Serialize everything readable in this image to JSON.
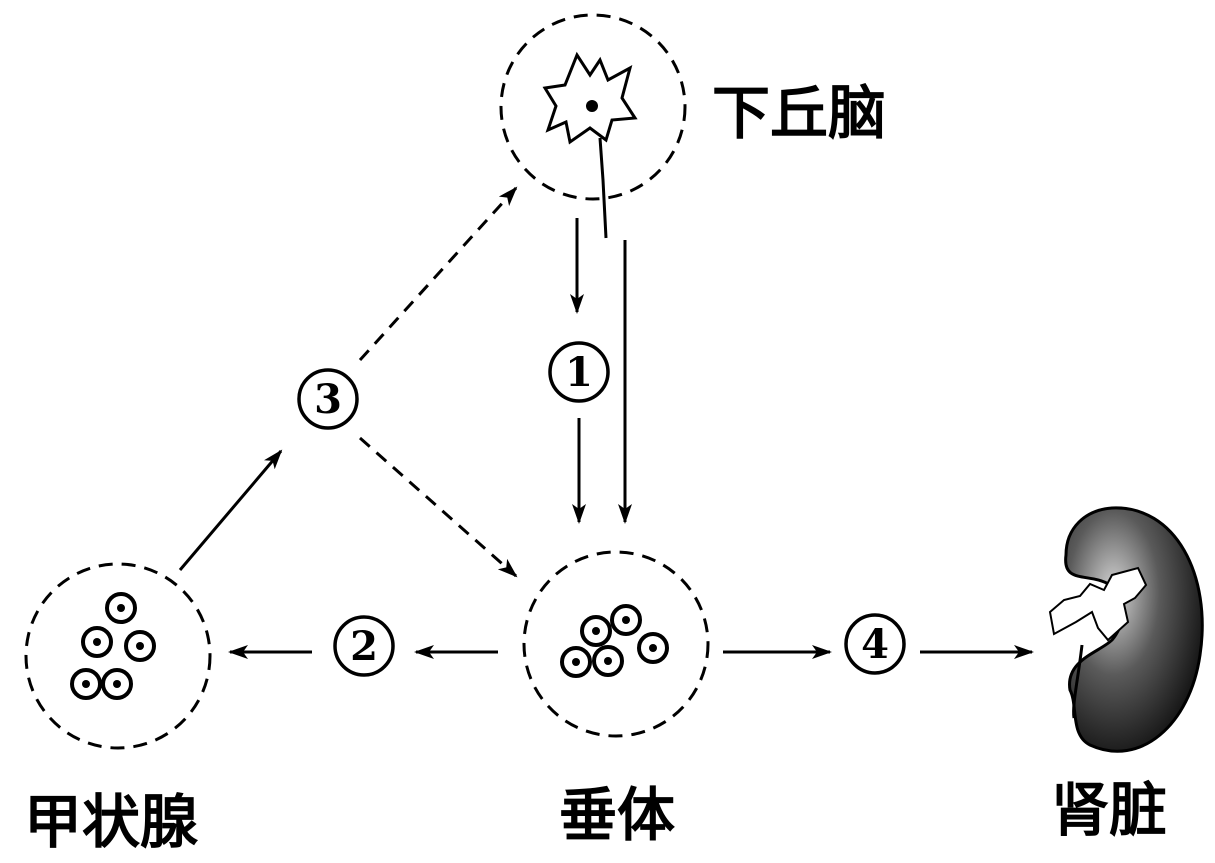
{
  "labels": {
    "hypothalamus": "下丘脑",
    "pituitary": "垂体",
    "thyroid": "甲状腺",
    "kidney": "肾脏"
  },
  "markers": {
    "one": "1",
    "two": "2",
    "three": "3",
    "four": "4"
  },
  "colors": {
    "line": "#000000",
    "background": "#ffffff"
  },
  "icons": {
    "hypothalamus": "neuron-icon",
    "pituitary": "cell-cluster-icon",
    "thyroid": "cell-cluster-icon",
    "kidney": "kidney-icon"
  }
}
